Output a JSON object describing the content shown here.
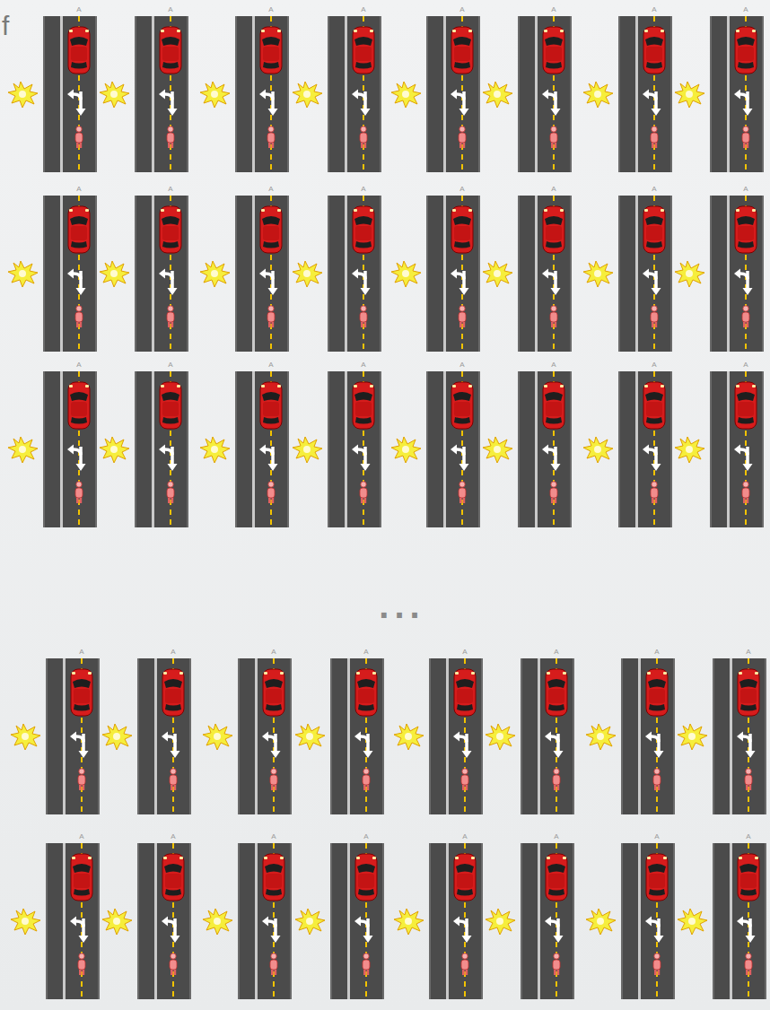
{
  "diagram": {
    "labels": [
      "f",
      "A",
      "A",
      "A",
      "A",
      "A",
      "A",
      "A",
      "A",
      "A",
      "A",
      "A",
      "A",
      "A",
      "A",
      "A",
      "A",
      "A",
      "A",
      "A",
      "A",
      "A",
      "A",
      "A",
      "A",
      "...",
      "A",
      "A",
      "A",
      "A",
      "A",
      "A",
      "A",
      "A",
      "A",
      "A",
      "A",
      "A",
      "A",
      "A",
      "A",
      "A"
    ]
  }
}
